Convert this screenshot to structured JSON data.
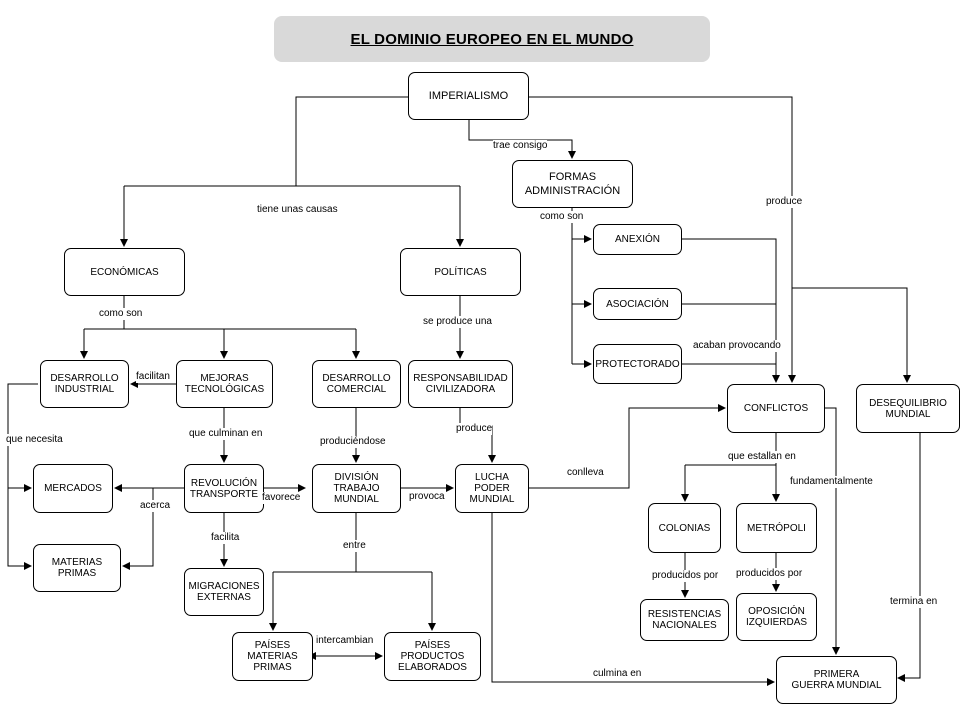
{
  "title": "EL DOMINIO EUROPEO EN EL MUNDO",
  "nodes": {
    "imperialismo": "IMPERIALISMO",
    "formas": "FORMAS\nADMINISTRACIÓN",
    "economicas": "ECONÓMICAS",
    "politicas": "POLÍTICAS",
    "anexion": "ANEXIÓN",
    "asociacion": "ASOCIACIÓN",
    "protectorado": "PROTECTORADO",
    "desarrollo_industrial": "DESARROLLO\nINDUSTRIAL",
    "mejoras": "MEJORAS\nTECNOLÓGICAS",
    "desarrollo_comercial": "DESARROLLO\nCOMERCIAL",
    "responsabilidad": "RESPONSABILIDAD\nCIVILIZADORA",
    "conflictos": "CONFLICTOS",
    "desequilibrio": "DESEQUILIBRIO\nMUNDIAL",
    "mercados": "MERCADOS",
    "revolucion": "REVOLUCIÓN\nTRANSPORTE",
    "division": "DIVISIÓN\nTRABAJO\nMUNDIAL",
    "lucha": "LUCHA\nPODER\nMUNDIAL",
    "colonias": "COLONIAS",
    "metropoli": "METRÓPOLI",
    "materias_primas": "MATERIAS\nPRIMAS",
    "migraciones": "MIGRACIONES\nEXTERNAS",
    "resistencias": "RESISTENCIAS\nNACIONALES",
    "oposicion": "OPOSICIÓN\nIZQUIERDAS",
    "paises_materias": "PAÍSES\nMATERIAS\nPRIMAS",
    "paises_productos": "PAÍSES\nPRODUCTOS\nELABORADOS",
    "primera_guerra": "PRIMERA\nGUERRA MUNDIAL"
  },
  "labels": {
    "trae_consigo": "trae consigo",
    "produce_top": "produce",
    "tiene_causas": "tiene unas causas",
    "como_son_formas": "como son",
    "como_son_eco": "como son",
    "se_produce_una": "se produce una",
    "acaban_provocando": "acaban provocando",
    "facilitan": "facilitan",
    "que_necesita": "que necesita",
    "que_culminan_en": "que culminan en",
    "produciendose": "produciéndose",
    "produce_resp": "produce",
    "que_estallan_en": "que estallan en",
    "conlleva": "conlleva",
    "fundamentalmente": "fundamentalmente",
    "acerca": "acerca",
    "favorece": "favorece",
    "provoca": "provoca",
    "facilita": "facilita",
    "entre": "entre",
    "producidos_por_1": "producidos por",
    "producidos_por_2": "producidos por",
    "termina_en": "termina en",
    "intercambian": "intercambian",
    "culmina_en": "culmina en"
  }
}
